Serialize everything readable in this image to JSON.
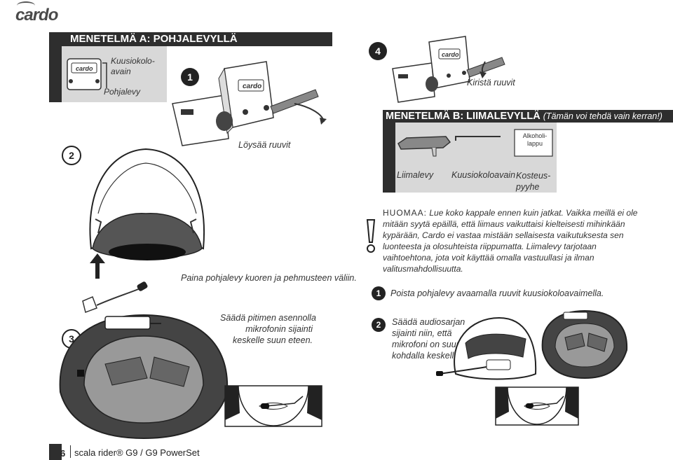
{
  "brand": {
    "logo_text": "cardo"
  },
  "method_a": {
    "title": "MENETELMÄ A: POHJALEVYLLÄ",
    "legend": {
      "hex_key": "Kuusiokolo-\navain",
      "plate": "Pohjalevy"
    },
    "step1": {
      "number": "1",
      "caption": "Löysää ruuvit"
    },
    "step2": {
      "number": "2",
      "caption": "Paina pohjalevy kuoren ja pehmusteen väliin."
    },
    "step3": {
      "number": "3",
      "caption": "Säädä pitimen asennolla\nmikrofonin sijainti\nkeskelle suun eteen."
    },
    "step4": {
      "number": "4",
      "caption": "Kiristä ruuvit"
    }
  },
  "method_b": {
    "title_bold": "MENETELMÄ B: LIIMALEVYLLÄ",
    "title_note": "(Tämän voi tehdä vain kerran!)",
    "legend": {
      "adhesive_plate": "Liimalevy",
      "hex_key": "Kuusiokoloavain",
      "wipe": "Kosteus-\npyyhe",
      "wipe_label": "Alkoholi-\nlappu"
    },
    "note_label": "HUOMAA:",
    "note_text": " Lue koko kappale ennen kuin jatkat. Vaikka meillä ei ole mitään syytä epäillä, että liimaus vaikuttaisi kielteisesti mihinkään kypärään, Cardo ei vastaa mistään sellaisesta vaikutuksesta sen luonteesta ja olosuhteista riippumatta. Liimalevy tarjotaan vaihtoehtona, jota voit käyttää omalla vastuullasi ja ilman valitusmahdollisuutta.",
    "step1": {
      "number": "1",
      "caption": "Poista pohjalevy avaamalla ruuvit kuusiokoloavaimella."
    },
    "step2": {
      "number": "2",
      "caption": "Säädä audiosarjan\nsijainti niin, että\nmikrofoni on suun\nkohdalla keskellä."
    }
  },
  "footer": {
    "page": "6",
    "product": "scala rider® G9 / G9 PowerSet"
  }
}
